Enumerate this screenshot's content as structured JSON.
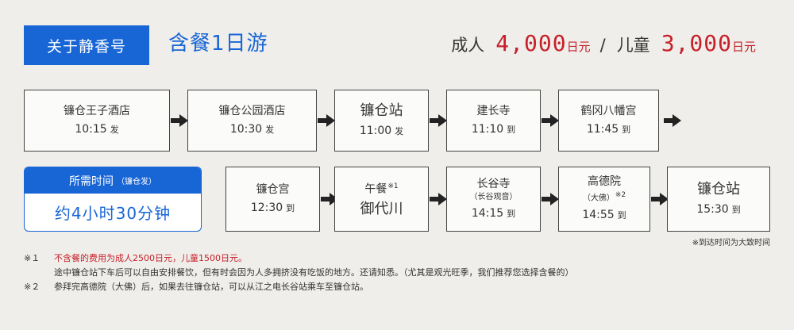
{
  "header": {
    "about_label": "关于静香号",
    "plan_title": "含餐1日游",
    "adult_label": "成人",
    "adult_price": "4,000",
    "adult_unit": "日元",
    "separator": "/",
    "child_label": "儿童",
    "child_price": "3,000",
    "child_unit": "日元"
  },
  "row1": [
    {
      "name": "镰仓王子酒店",
      "time": "10:15",
      "suffix": "发"
    },
    {
      "name": "镰仓公园酒店",
      "time": "10:30",
      "suffix": "发"
    },
    {
      "name": "镰仓站",
      "time": "11:00",
      "suffix": "发"
    },
    {
      "name": "建长寺",
      "time": "11:10",
      "suffix": "到"
    },
    {
      "name": "鹤冈八幡宫",
      "time": "11:45",
      "suffix": "到"
    }
  ],
  "row2": [
    {
      "name": "镰仓宫",
      "time": "12:30",
      "suffix": "到"
    },
    {
      "name": "午餐",
      "note": "※1",
      "meal": "御代川"
    },
    {
      "name": "长谷寺",
      "sub": "（长谷观音）",
      "time": "14:15",
      "suffix": "到"
    },
    {
      "name": "高德院",
      "sub": "（大佛）",
      "sub_note": "※2",
      "time": "14:55",
      "suffix": "到"
    },
    {
      "name": "镰仓站",
      "time": "15:30",
      "suffix": "到"
    }
  ],
  "duration": {
    "label": "所需时间",
    "label_small": "（镰仓发）",
    "value": "约4小时30分钟"
  },
  "arrival_note": "※到达时间为大致时间",
  "footnotes": {
    "n1_mark": "※１",
    "n1_text": "不含餐的费用为成人2500日元，儿童1500日元。",
    "n1_cont": "途中镰仓站下车后可以自由安排餐饮，但有时会因为人多拥挤没有吃饭的地方。还请知悉。（尤其是观光旺季，我们推荐您选择含餐的）",
    "n2_mark": "※２",
    "n2_text": "参拜完高德院（大佛）后，如果去往镰仓站，可以从江之电长谷站乘车至镰仓站。"
  },
  "colors": {
    "brand": "#1866d6",
    "price": "#c6202a"
  },
  "icons": [
    "arrow-right-icon"
  ]
}
